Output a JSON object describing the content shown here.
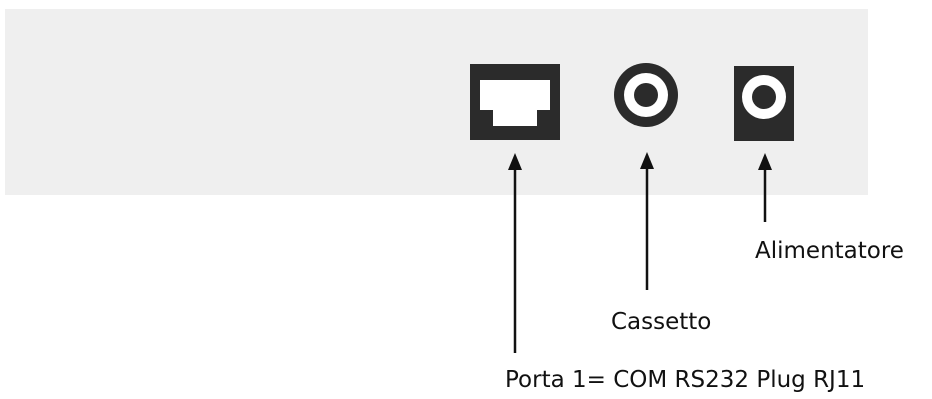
{
  "connectors": {
    "port1": {
      "icon": "rj11-port-icon"
    },
    "drawer": {
      "icon": "rca-jack-icon"
    },
    "power": {
      "icon": "power-jack-icon"
    }
  },
  "labels": {
    "power": "Alimentatore",
    "drawer": "Cassetto",
    "port": "Porta 1= COM RS232 Plug RJ11"
  },
  "colors": {
    "panel": "#efefef",
    "connector": "#2b2b2b",
    "arrow": "#111111"
  }
}
